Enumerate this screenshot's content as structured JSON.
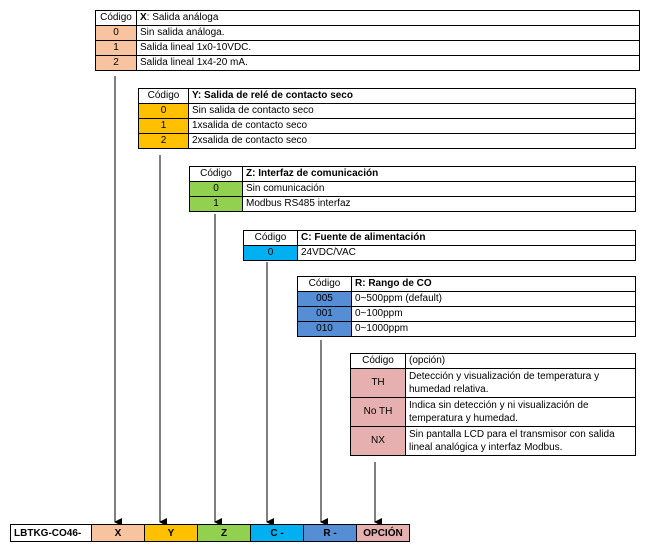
{
  "colors": {
    "x": "#f8c39f",
    "y": "#ffc000",
    "z": "#92d050",
    "c": "#00b0f0",
    "r": "#558ed5",
    "opt": "#e6b0b0"
  },
  "table_x": {
    "code_header": "Código",
    "title_prefix": "X",
    "title": ": Salida análoga",
    "rows": [
      {
        "code": "0",
        "desc": "Sin salida análoga."
      },
      {
        "code": "1",
        "desc": "Salida lineal 1x0-10VDC."
      },
      {
        "code": "2",
        "desc": "Salida lineal 1x4-20 mA."
      }
    ]
  },
  "table_y": {
    "code_header": "Código",
    "title": "Y: Salida de relé de contacto seco",
    "rows": [
      {
        "code": "0",
        "desc": "Sin salida de contacto seco"
      },
      {
        "code": "1",
        "desc": "1xsalida de contacto seco"
      },
      {
        "code": "2",
        "desc": "2xsalida de contacto seco"
      }
    ]
  },
  "table_z": {
    "code_header": "Código",
    "title": "Z: Interfaz de comunicación",
    "rows": [
      {
        "code": "0",
        "desc": "Sin comunicación"
      },
      {
        "code": "1",
        "desc": "Modbus RS485 interfaz"
      }
    ]
  },
  "table_c": {
    "code_header": "Código",
    "title": "C: Fuente de alimentación",
    "rows": [
      {
        "code": "0",
        "desc": "24VDC/VAC"
      }
    ]
  },
  "table_r": {
    "code_header": "Código",
    "title": "R: Rango de CO",
    "rows": [
      {
        "code": "005",
        "desc": "0~500ppm (default)"
      },
      {
        "code": "001",
        "desc": "0~100ppm"
      },
      {
        "code": "010",
        "desc": "0~1000ppm"
      }
    ]
  },
  "table_opt": {
    "code_header": "Código",
    "title": "(opción)",
    "rows": [
      {
        "code": "TH",
        "desc": "Detección y visualización de temperatura y humedad relativa."
      },
      {
        "code": "No TH",
        "desc": "Indica sin detección y ni visualización de temperatura y humedad."
      },
      {
        "code": "NX",
        "desc": "Sin pantalla LCD para el transmisor con salida lineal analógica y interfaz Modbus."
      }
    ]
  },
  "model": {
    "prefix": "LBTKG-CO46-",
    "x": "X",
    "y": "Y",
    "z": "Z",
    "c": "C -",
    "r": "R -",
    "opt": "OPCIÓN"
  }
}
